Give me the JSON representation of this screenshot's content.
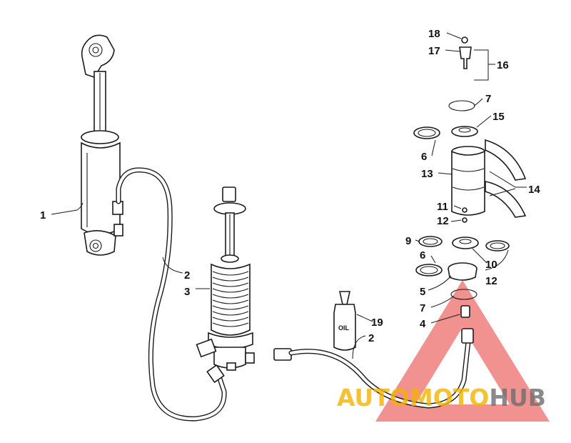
{
  "callouts": [
    {
      "id": "1",
      "text": "1"
    },
    {
      "id": "2a",
      "text": "2"
    },
    {
      "id": "2b",
      "text": "2"
    },
    {
      "id": "3",
      "text": "3"
    },
    {
      "id": "4",
      "text": "4"
    },
    {
      "id": "5",
      "text": "5"
    },
    {
      "id": "6a",
      "text": "6"
    },
    {
      "id": "6b",
      "text": "6"
    },
    {
      "id": "7a",
      "text": "7"
    },
    {
      "id": "7b",
      "text": "7"
    },
    {
      "id": "9",
      "text": "9"
    },
    {
      "id": "10",
      "text": "10"
    },
    {
      "id": "11",
      "text": "11"
    },
    {
      "id": "12a",
      "text": "12"
    },
    {
      "id": "12b",
      "text": "12"
    },
    {
      "id": "13",
      "text": "13"
    },
    {
      "id": "14",
      "text": "14"
    },
    {
      "id": "15",
      "text": "15"
    },
    {
      "id": "16",
      "text": "16"
    },
    {
      "id": "17",
      "text": "17"
    },
    {
      "id": "18",
      "text": "18"
    },
    {
      "id": "19",
      "text": "19"
    }
  ],
  "oil_bottle_label": "OIL",
  "watermark": {
    "part1": "AUTOMOTO",
    "part2": "HUB",
    "color1": "#f4b400",
    "color2": "#6d6d6d",
    "triangle_color": "#e53935"
  }
}
